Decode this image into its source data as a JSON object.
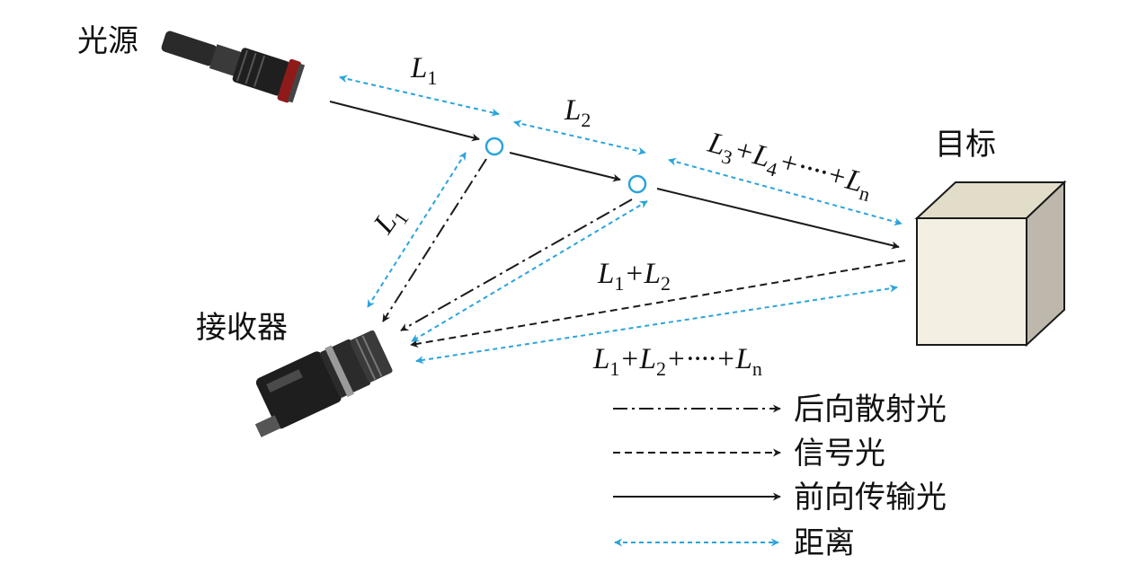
{
  "devices": {
    "source_label": "光源",
    "receiver_label": "接收器",
    "target_label": "目标"
  },
  "distances": {
    "d1": {
      "main": "L",
      "sub": "1"
    },
    "d2": {
      "main": "L",
      "sub": "2"
    },
    "d3": [
      {
        "main": "L",
        "sub": "3"
      },
      {
        "text": "+"
      },
      {
        "main": "L",
        "sub": "4"
      },
      {
        "text": "+····+"
      },
      {
        "main": "L",
        "sub": "n"
      }
    ],
    "d4": {
      "main": "L",
      "sub": "1"
    },
    "d5": [
      {
        "main": "L",
        "sub": "1"
      },
      {
        "text": "+"
      },
      {
        "main": "L",
        "sub": "2"
      }
    ],
    "d6": [
      {
        "main": "L",
        "sub": "1"
      },
      {
        "text": "+"
      },
      {
        "main": "L",
        "sub": "2"
      },
      {
        "text": "+····+"
      },
      {
        "main": "L",
        "sub": "n"
      }
    ]
  },
  "legend": {
    "backscatter": "后向散射光",
    "signal": "信号光",
    "forward": "前向传输光",
    "distance": "距离"
  },
  "colors": {
    "arrow_black": "#1a1a1a",
    "arrow_blue": "#2aa4dc",
    "box_front": "#f3efe2",
    "box_top": "#e2ddc9",
    "box_side": "#bdb8ab"
  }
}
